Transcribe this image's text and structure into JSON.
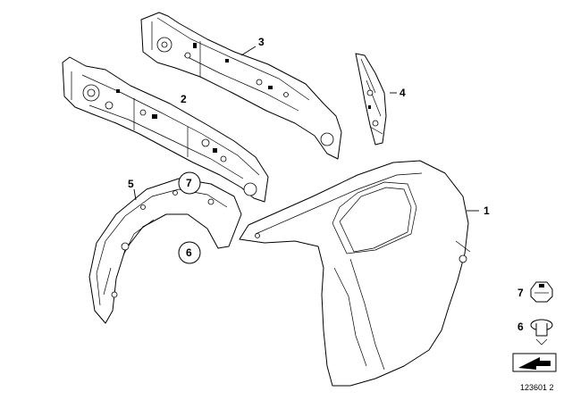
{
  "callouts": {
    "c1": "1",
    "c2": "2",
    "c3": "3",
    "c4": "4",
    "c5": "5",
    "c6": "6",
    "c7": "7",
    "legend_7": "7",
    "legend_6": "6"
  },
  "document_number": "123601 2"
}
